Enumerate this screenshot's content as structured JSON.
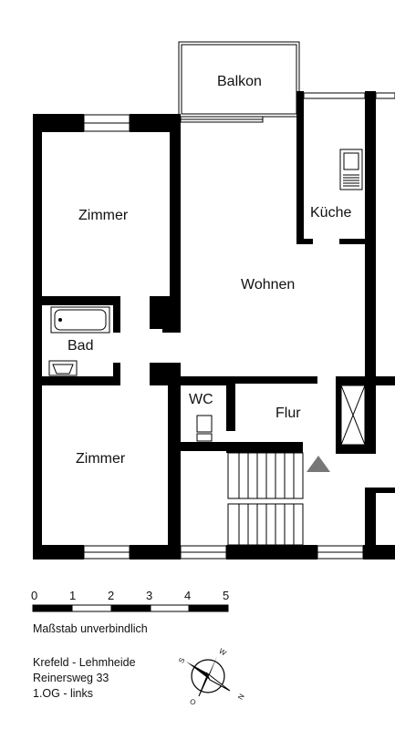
{
  "rooms": {
    "balkon": "Balkon",
    "kueche": "Küche",
    "zimmer_top": "Zimmer",
    "wohnen": "Wohnen",
    "bad": "Bad",
    "wc": "WC",
    "flur": "Flur",
    "zimmer_bottom": "Zimmer"
  },
  "scale": {
    "ticks": [
      "0",
      "1",
      "2",
      "3",
      "4",
      "5"
    ],
    "note": "Maßstab unverbindlich"
  },
  "address": {
    "line1": "Krefeld - Lehmheide",
    "line2": "Reinersweg 33",
    "line3": "1.OG - links"
  },
  "compass": {
    "s": "S",
    "w": "W",
    "n": "N",
    "o": "O"
  }
}
